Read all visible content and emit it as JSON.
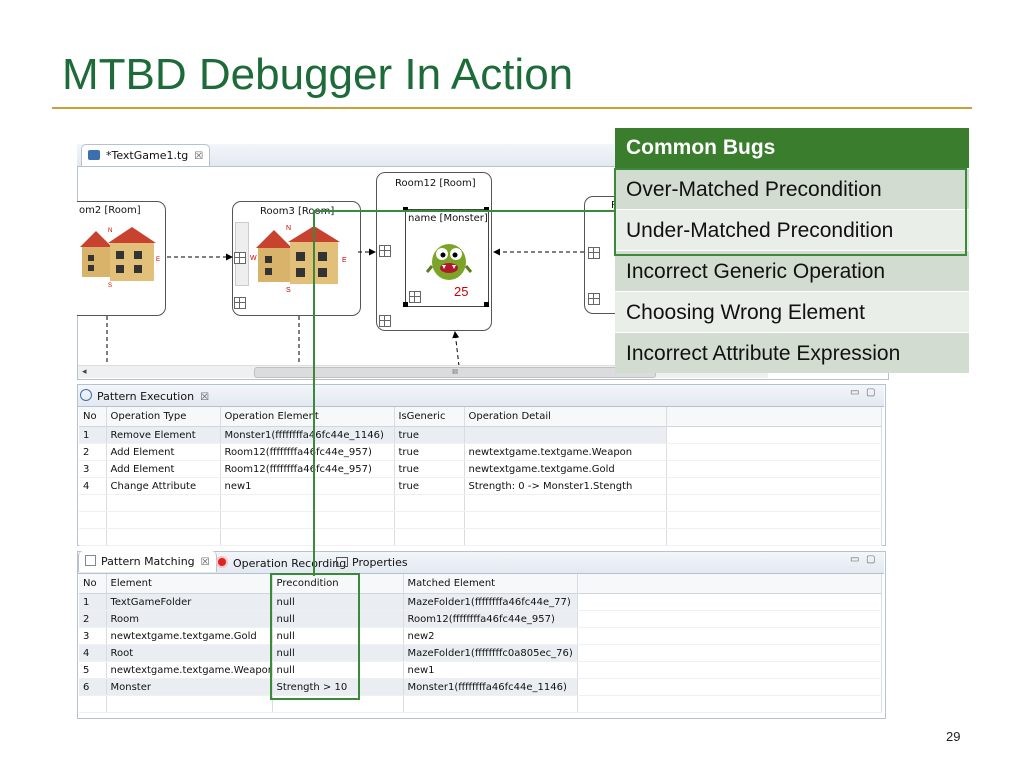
{
  "slide": {
    "title": "MTBD Debugger In Action",
    "page_number": "29"
  },
  "editor": {
    "tab_label": "*TextGame1.tg",
    "tab_close": "☒",
    "rooms": [
      {
        "title": "om2 [Room]"
      },
      {
        "title": "Room3 [Room]"
      },
      {
        "title": "Room12 [Room]"
      },
      {
        "title": "R"
      }
    ],
    "monster": {
      "title": "name [Monster]",
      "strength": "25"
    },
    "scroll_mark": "III"
  },
  "pattern_execution": {
    "tab_label": "Pattern Execution",
    "tab_close": "☒",
    "columns": [
      "No",
      "Operation Type",
      "Operation Element",
      "IsGeneric",
      "Operation Detail"
    ],
    "rows": [
      [
        "1",
        "Remove Element",
        "Monster1(ffffffffa46fc44e_1146)",
        "true",
        ""
      ],
      [
        "2",
        "Add Element",
        "Room12(ffffffffa46fc44e_957)",
        "true",
        "newtextgame.textgame.Weapon"
      ],
      [
        "3",
        "Add Element",
        "Room12(ffffffffa46fc44e_957)",
        "true",
        "newtextgame.textgame.Gold"
      ],
      [
        "4",
        "Change Attribute",
        "new1",
        "true",
        "Strength: 0 -> Monster1.Stength"
      ]
    ]
  },
  "pattern_matching": {
    "tabs": [
      {
        "label": "Pattern Matching",
        "close": "☒"
      },
      {
        "label": "Operation Recording"
      },
      {
        "label": "Properties"
      }
    ],
    "columns": [
      "No",
      "Element",
      "Precondition",
      "Matched Element"
    ],
    "rows": [
      [
        "1",
        "TextGameFolder",
        "null",
        "MazeFolder1(ffffffffa46fc44e_77)"
      ],
      [
        "2",
        "Room",
        "null",
        "Room12(ffffffffa46fc44e_957)"
      ],
      [
        "3",
        "newtextgame.textgame.Gold",
        "null",
        "new2"
      ],
      [
        "4",
        "Root",
        "null",
        "MazeFolder1(ffffffffc0a805ec_76)"
      ],
      [
        "5",
        "newtextgame.textgame.Weapon",
        "null",
        "new1"
      ],
      [
        "6",
        "Monster",
        "Strength > 10",
        "Monster1(ffffffffa46fc44e_1146)"
      ]
    ]
  },
  "common_bugs": {
    "header": "Common Bugs",
    "items": [
      "Over-Matched Precondition",
      "Under-Matched Precondition",
      "Incorrect Generic Operation",
      "Choosing Wrong Element",
      "Incorrect Attribute Expression"
    ]
  },
  "colors": {
    "title": "#1e6b3a",
    "accent_green": "#3b8a3b",
    "bugs_header": "#3a7d2c",
    "rule": "#c9a13a"
  }
}
